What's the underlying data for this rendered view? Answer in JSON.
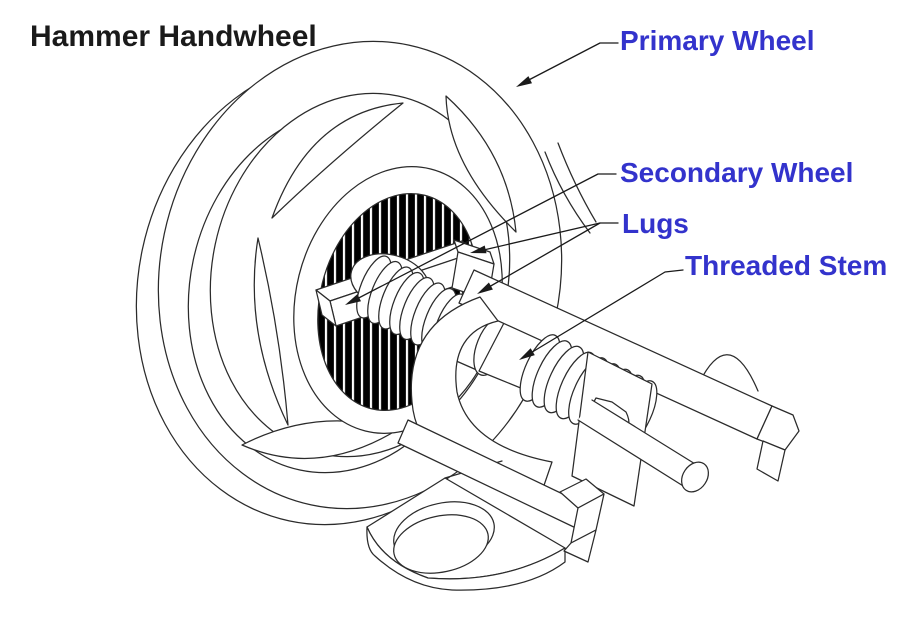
{
  "title": "Hammer Handwheel",
  "labels": {
    "primary": "Primary Wheel",
    "secondary": "Secondary Wheel",
    "lugs": "Lugs",
    "threaded": "Threaded Stem"
  },
  "colors": {
    "label_text": "#3333CC",
    "title_text": "#1A1A1A",
    "line": "#2B2B2B",
    "hatch_fill": "#000000",
    "background": "#FFFFFF"
  },
  "parts_shown": [
    "primary-wheel",
    "secondary-wheel",
    "lugs",
    "threaded-stem",
    "clamp-yoke",
    "clamp-arm",
    "handle-rod",
    "base-plate"
  ]
}
